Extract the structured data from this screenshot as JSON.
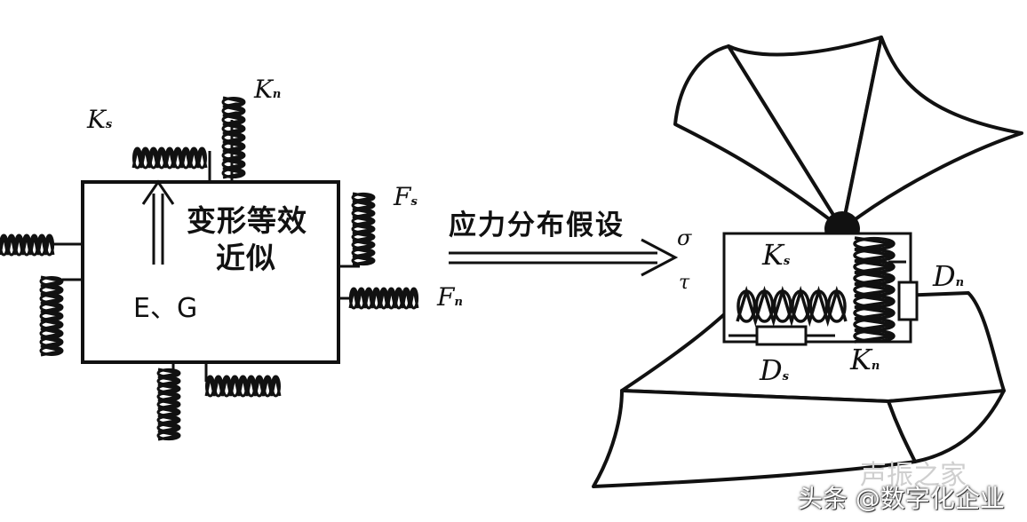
{
  "left": {
    "label_ks": {
      "main": "K",
      "sub": "s"
    },
    "label_kn": {
      "main": "K",
      "sub": "n"
    },
    "label_fs": {
      "main": "F",
      "sub": "s"
    },
    "label_fn": {
      "main": "F",
      "sub": "n"
    },
    "center_line1": "变形等效",
    "center_line2": "近似",
    "material": "E、G"
  },
  "arrow": {
    "label": "应力分布假设"
  },
  "right": {
    "sigma": "σ",
    "tau": "τ",
    "label_ks": {
      "main": "K",
      "sub": "s"
    },
    "label_dn": {
      "main": "D",
      "sub": "n"
    },
    "label_ds": {
      "main": "D",
      "sub": "s"
    },
    "label_kn": {
      "main": "K",
      "sub": "n"
    }
  },
  "watermark": {
    "brand": "声振之家",
    "credit": "头条 @数字化企业"
  }
}
